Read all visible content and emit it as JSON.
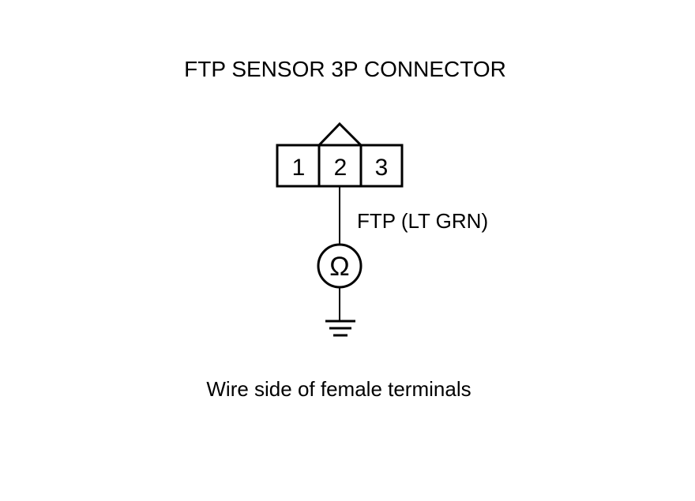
{
  "title": "FTP SENSOR 3P CONNECTOR",
  "connector": {
    "pins": [
      "1",
      "2",
      "3"
    ]
  },
  "wire_label": "FTP (LT GRN)",
  "meter_symbol": "Ω",
  "caption": "Wire side of female terminals",
  "colors": {
    "background": "#ffffff",
    "line": "#000000"
  },
  "icons": {
    "meter": "ohmmeter-icon",
    "ground": "ground-icon"
  }
}
